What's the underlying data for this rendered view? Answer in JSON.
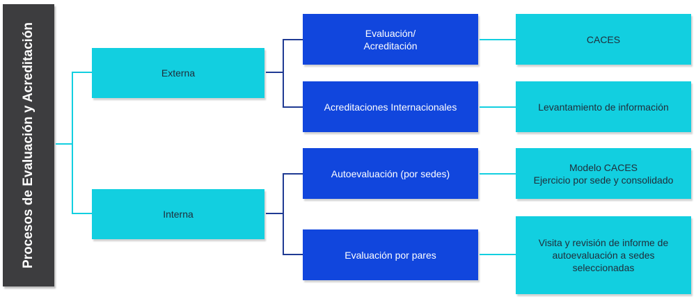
{
  "root": {
    "label": "Procesos de Evaluación y Acreditación"
  },
  "level1": [
    {
      "id": "externa",
      "label": "Externa"
    },
    {
      "id": "interna",
      "label": "Interna"
    }
  ],
  "level2": [
    {
      "id": "evaluacion-acreditacion",
      "lines": [
        "Evaluación/",
        "Acreditación"
      ]
    },
    {
      "id": "acreditaciones-internacionales",
      "lines": [
        "Acreditaciones Internacionales"
      ]
    },
    {
      "id": "autoevaluacion",
      "lines": [
        "Autoevaluación (por sedes)"
      ]
    },
    {
      "id": "evaluacion-pares",
      "lines": [
        "Evaluación por pares"
      ]
    }
  ],
  "level3": [
    {
      "id": "caces",
      "lines": [
        "CACES"
      ]
    },
    {
      "id": "levantamiento",
      "lines": [
        "Levantamiento de información"
      ]
    },
    {
      "id": "modelo-caces",
      "lines": [
        "Modelo CACES",
        "Ejercicio por sede y consolidado"
      ]
    },
    {
      "id": "visita",
      "lines": [
        "Visita y revisión de informe de",
        "autoevaluación a sedes",
        "seleccionadas"
      ]
    }
  ],
  "colors": {
    "cyan": "#12cfe0",
    "blue": "#1146dd",
    "root": "#3d3d3f",
    "connector": "#1f3a93"
  }
}
